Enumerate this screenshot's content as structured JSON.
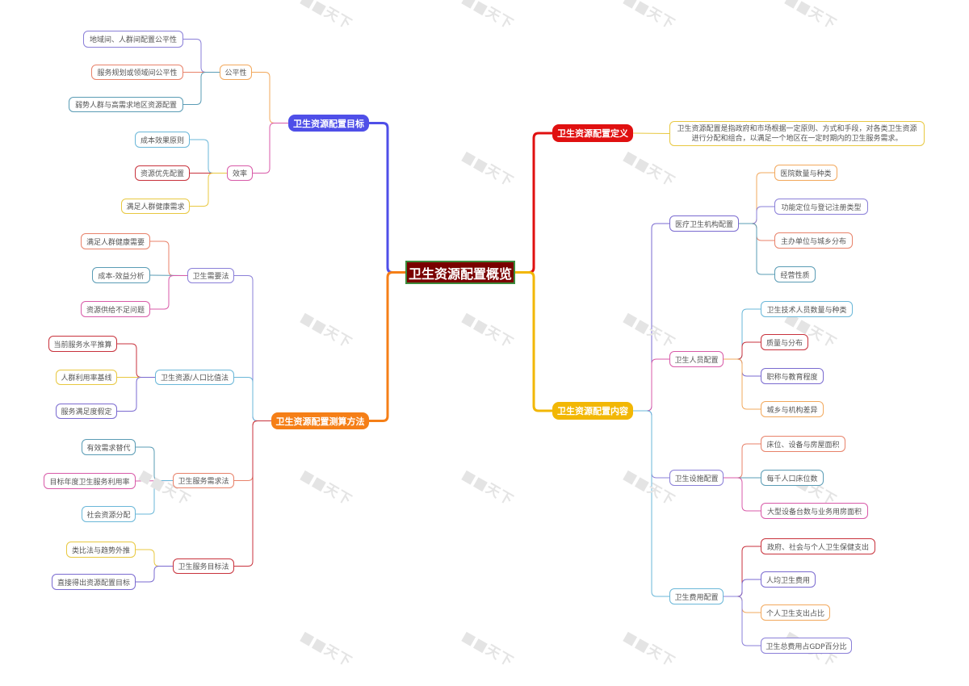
{
  "root": {
    "label": "卫生资源配置概览"
  },
  "branches": {
    "goal": {
      "label": "卫生资源配置目标",
      "color": "#4f4fe8",
      "children": [
        {
          "label": "公平性",
          "color": "#f2a85c",
          "children": [
            {
              "label": "地域间、人群间配置公平性",
              "color": "#8a7fd8"
            },
            {
              "label": "服务规划或领域间公平性",
              "color": "#e8826a"
            },
            {
              "label": "弱势人群与高需求地区资源配置",
              "color": "#5a9cb5"
            }
          ]
        },
        {
          "label": "效率",
          "color": "#d85aa8",
          "children": [
            {
              "label": "成本效果原则",
              "color": "#6ab7d8"
            },
            {
              "label": "资源优先配置",
              "color": "#c8323c"
            },
            {
              "label": "满足人群健康需求",
              "color": "#e8c840"
            }
          ]
        }
      ]
    },
    "method": {
      "label": "卫生资源配置测算方法",
      "color": "#f57f17",
      "children": [
        {
          "label": "卫生需要法",
          "color": "#8a7fd8",
          "children": [
            {
              "label": "满足人群健康需要",
              "color": "#e8826a"
            },
            {
              "label": "成本-效益分析",
              "color": "#5a9cb5"
            },
            {
              "label": "资源供给不足问题",
              "color": "#d85aa8"
            }
          ]
        },
        {
          "label": "卫生资源/人口比值法",
          "color": "#6ab7d8",
          "children": [
            {
              "label": "当前服务水平推算",
              "color": "#c8323c"
            },
            {
              "label": "人群利用率基线",
              "color": "#e8c840"
            },
            {
              "label": "服务满足度假定",
              "color": "#7a6ad0"
            }
          ]
        },
        {
          "label": "卫生服务需求法",
          "color": "#e8826a",
          "children": [
            {
              "label": "有效需求替代",
              "color": "#5a9cb5"
            },
            {
              "label": "目标年度卫生服务利用率",
              "color": "#d85aa8"
            },
            {
              "label": "社会资源分配",
              "color": "#6ab7d8"
            }
          ]
        },
        {
          "label": "卫生服务目标法",
          "color": "#c8323c",
          "children": [
            {
              "label": "类比法与趋势外推",
              "color": "#e8c840"
            },
            {
              "label": "直接得出资源配置目标",
              "color": "#7a6ad0"
            }
          ]
        }
      ]
    },
    "definition": {
      "label": "卫生资源配置定义",
      "color": "#e01010",
      "text": "卫生资源配置是指政府和市场根据一定原则、方式和手段，对各类卫生资源进行分配和组合，以满足一个地区在一定时期内的卫生服务需求。",
      "text_color": "#e8c840"
    },
    "content": {
      "label": "卫生资源配置内容",
      "color": "#f2b705",
      "children": [
        {
          "label": "医疗卫生机构配置",
          "color": "#7a6ad0",
          "children": [
            {
              "label": "医院数量与种类",
              "color": "#f2a85c"
            },
            {
              "label": "功能定位与登记注册类型",
              "color": "#8a7fd8"
            },
            {
              "label": "主办单位与城乡分布",
              "color": "#e8826a"
            },
            {
              "label": "经营性质",
              "color": "#5a9cb5"
            }
          ]
        },
        {
          "label": "卫生人员配置",
          "color": "#d85aa8",
          "children": [
            {
              "label": "卫生技术人员数量与种类",
              "color": "#6ab7d8"
            },
            {
              "label": "质量与分布",
              "color": "#c8323c"
            },
            {
              "label": "职称与教育程度",
              "color": "#7a6ad0"
            },
            {
              "label": "城乡与机构差异",
              "color": "#f2a85c"
            }
          ]
        },
        {
          "label": "卫生设施配置",
          "color": "#8a7fd8",
          "children": [
            {
              "label": "床位、设备与房屋面积",
              "color": "#e8826a"
            },
            {
              "label": "每千人口床位数",
              "color": "#5a9cb5"
            },
            {
              "label": "大型设备台数与业务用房面积",
              "color": "#d85aa8"
            }
          ]
        },
        {
          "label": "卫生费用配置",
          "color": "#6ab7d8",
          "children": [
            {
              "label": "政府、社会与个人卫生保健支出",
              "color": "#c8323c"
            },
            {
              "label": "人均卫生费用",
              "color": "#7a6ad0"
            },
            {
              "label": "个人卫生支出占比",
              "color": "#f2a85c"
            },
            {
              "label": "卫生总费用占GDP百分比",
              "color": "#8a7fd8"
            }
          ]
        }
      ]
    }
  }
}
